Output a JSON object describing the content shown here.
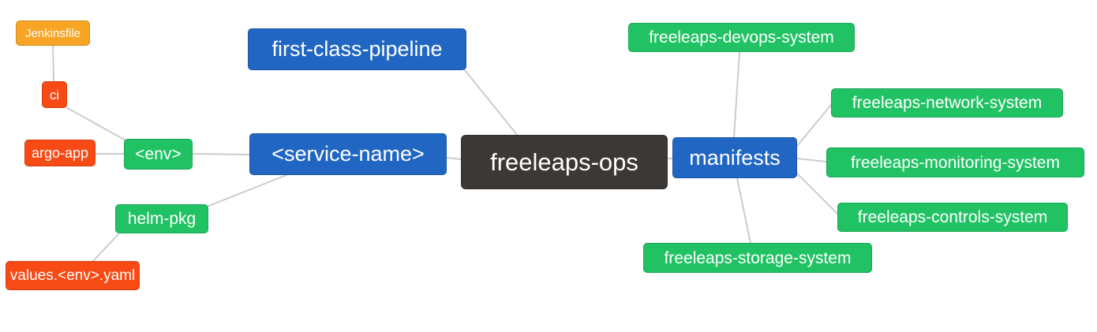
{
  "diagram": {
    "nodes": {
      "jenkinsfile": {
        "label": "Jenkinsfile",
        "color": "orange"
      },
      "ci": {
        "label": "ci",
        "color": "red"
      },
      "argo_app": {
        "label": "argo-app",
        "color": "red"
      },
      "env": {
        "label": "<env>",
        "color": "green"
      },
      "helm_pkg": {
        "label": "helm-pkg",
        "color": "green"
      },
      "values_env_yaml": {
        "label": "values.<env>.yaml",
        "color": "red"
      },
      "first_class_pipeline": {
        "label": "first-class-pipeline",
        "color": "blue"
      },
      "service_name": {
        "label": "<service-name>",
        "color": "blue"
      },
      "freeleaps_ops": {
        "label": "freeleaps-ops",
        "color": "dark"
      },
      "manifests": {
        "label": "manifests",
        "color": "blue"
      },
      "devops_system": {
        "label": "freeleaps-devops-system",
        "color": "green"
      },
      "network_system": {
        "label": "freeleaps-network-system",
        "color": "green"
      },
      "monitoring_system": {
        "label": "freeleaps-monitoring-system",
        "color": "green"
      },
      "controls_system": {
        "label": "freeleaps-controls-system",
        "color": "green"
      },
      "storage_system": {
        "label": "freeleaps-storage-system",
        "color": "green"
      }
    },
    "edges": [
      [
        "jenkinsfile",
        "ci"
      ],
      [
        "ci",
        "env"
      ],
      [
        "argo_app",
        "env"
      ],
      [
        "env",
        "service_name"
      ],
      [
        "helm_pkg",
        "service_name"
      ],
      [
        "values_env_yaml",
        "helm_pkg"
      ],
      [
        "first_class_pipeline",
        "freeleaps_ops"
      ],
      [
        "service_name",
        "freeleaps_ops"
      ],
      [
        "freeleaps_ops",
        "manifests"
      ],
      [
        "manifests",
        "devops_system"
      ],
      [
        "manifests",
        "network_system"
      ],
      [
        "manifests",
        "monitoring_system"
      ],
      [
        "manifests",
        "controls_system"
      ],
      [
        "manifests",
        "storage_system"
      ]
    ],
    "colors": {
      "blue": "#2066c2",
      "green": "#21c264",
      "red": "#f84a15",
      "orange": "#f8a425",
      "dark": "#3c3835",
      "edge": "#cccccc",
      "text": "#ffffff",
      "background": "#ffffff"
    }
  }
}
